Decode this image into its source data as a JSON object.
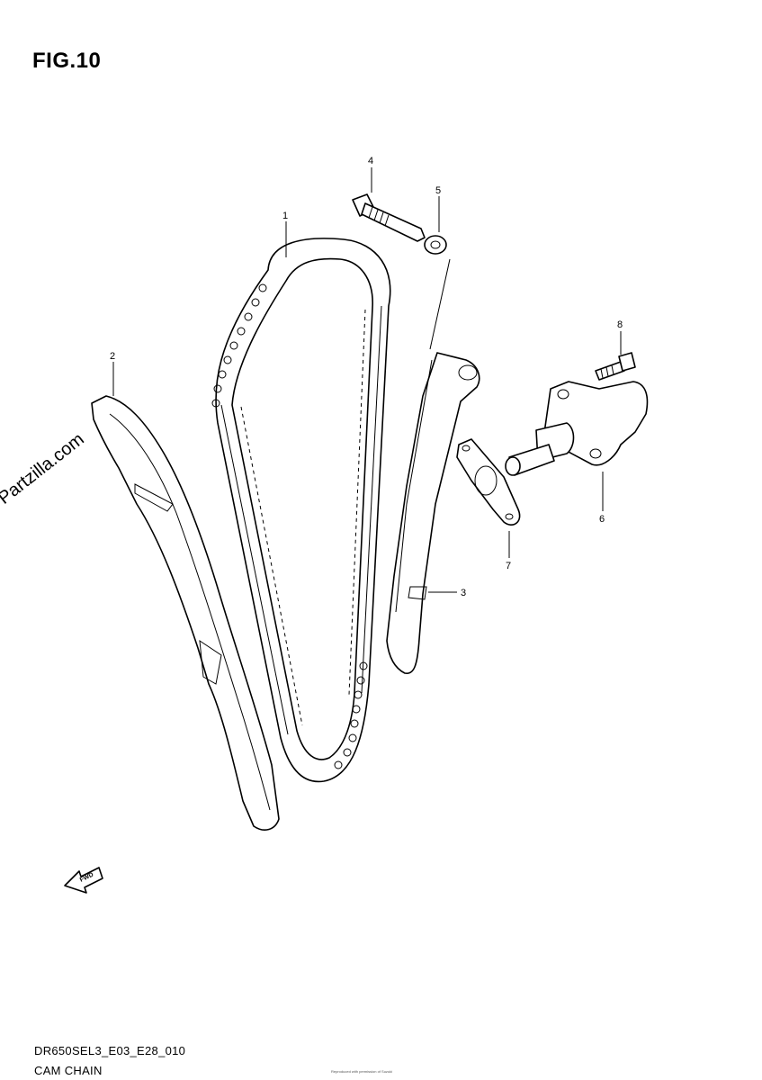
{
  "figure": {
    "title": "FIG.10"
  },
  "callouts": [
    "1",
    "2",
    "3",
    "4",
    "5",
    "6",
    "7",
    "8"
  ],
  "watermark": "© Partzilla.com",
  "direction_arrow": {
    "label": "FWD"
  },
  "footer": {
    "code": "DR650SEL3_E03_E28_010",
    "name": "CAM CHAIN",
    "fine_print": "Reproduced with permission of Suzuki"
  }
}
